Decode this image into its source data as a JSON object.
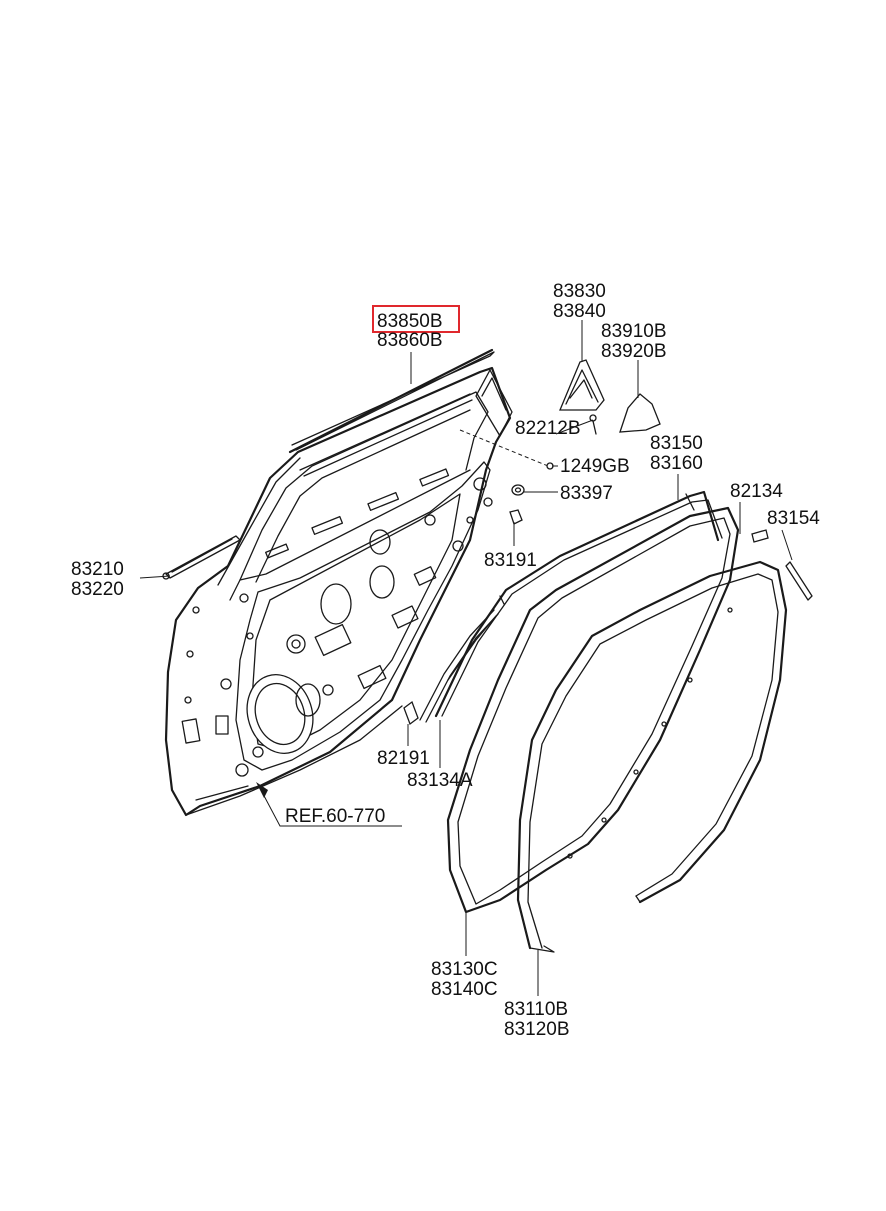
{
  "highlight_color": "#e0282d",
  "labels": {
    "l1": "83850B",
    "l2": "83860B",
    "l3": "83830",
    "l4": "83840",
    "l5": "83910B",
    "l6": "83920B",
    "l7": "82212B",
    "l8": "1249GB",
    "l9": "83397",
    "l10": "83150",
    "l11": "83160",
    "l12": "82134",
    "l13": "83154",
    "l14": "83191",
    "l15": "83210",
    "l16": "83220",
    "l17": "82191",
    "l18": "83134A",
    "l19": "REF.60-770",
    "l20": "83130C",
    "l21": "83140C",
    "l22": "83110B",
    "l23": "83120B"
  }
}
